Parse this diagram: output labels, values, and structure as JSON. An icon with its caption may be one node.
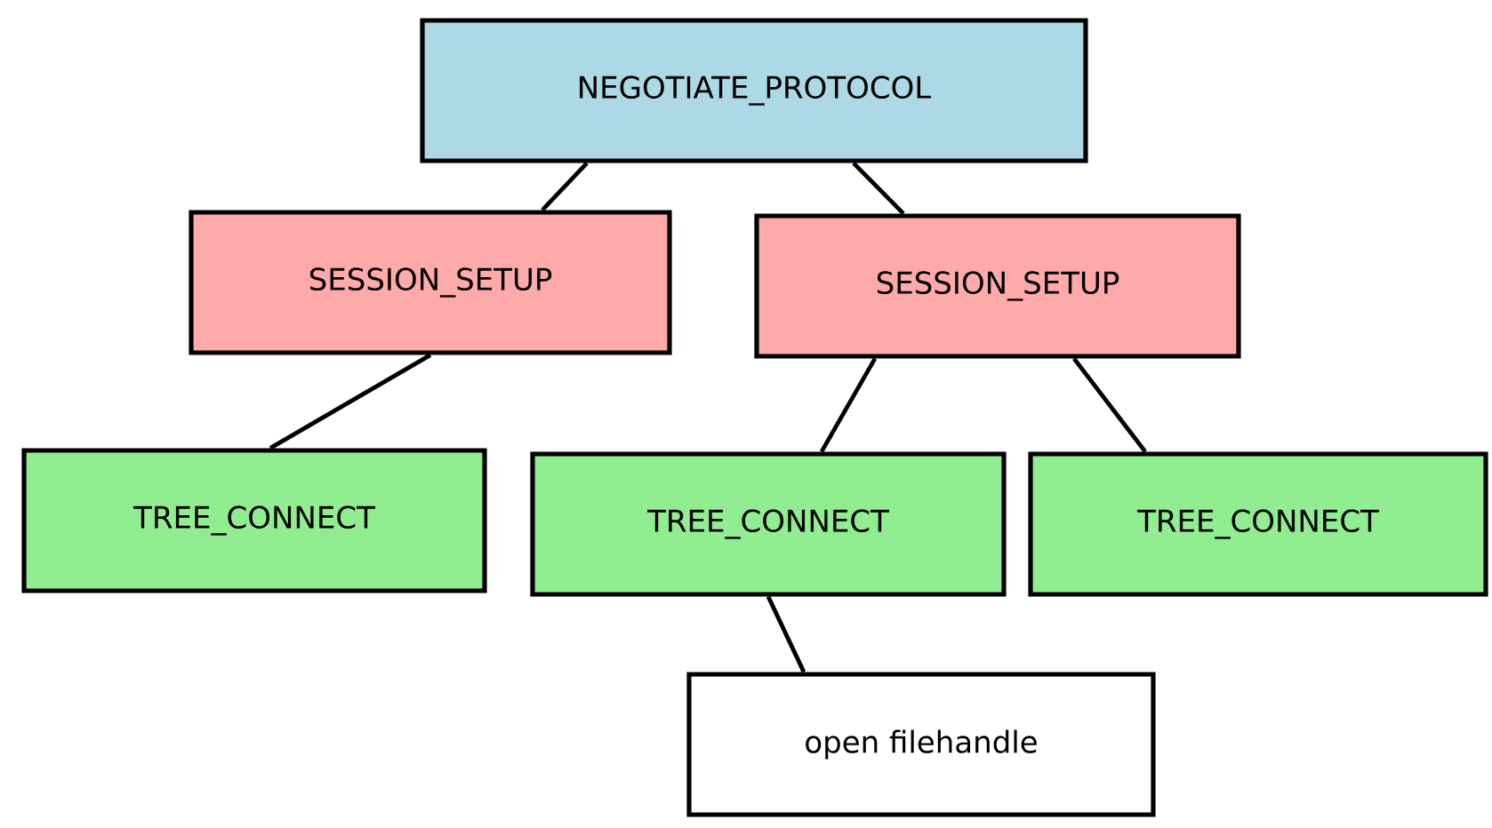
{
  "diagram": {
    "nodes": [
      {
        "text": [
          "NEGOTIATE_PROTOCOL"
        ]
      },
      {
        "text": [
          "SESSION_SETUP"
        ]
      },
      {
        "text": [
          "SESSION_SETUP"
        ]
      },
      {
        "text": [
          "TREE_CONNECT"
        ]
      },
      {
        "text": [
          "TREE_CONNECT"
        ]
      },
      {
        "text": [
          "TREE_CONNECT"
        ]
      },
      {
        "text": [
          "open filehandle"
        ]
      }
    ],
    "edges": [
      {
        "from": 0,
        "to": 1,
        "arrow": "none"
      },
      {
        "from": 0,
        "to": 2,
        "arrow": "none"
      },
      {
        "from": 1,
        "to": 3,
        "arrow": "none"
      },
      {
        "from": 2,
        "to": 4,
        "arrow": "none"
      },
      {
        "from": 2,
        "to": 5,
        "arrow": "none"
      },
      {
        "from": 4,
        "to": 6,
        "arrow": "none"
      }
    ]
  }
}
